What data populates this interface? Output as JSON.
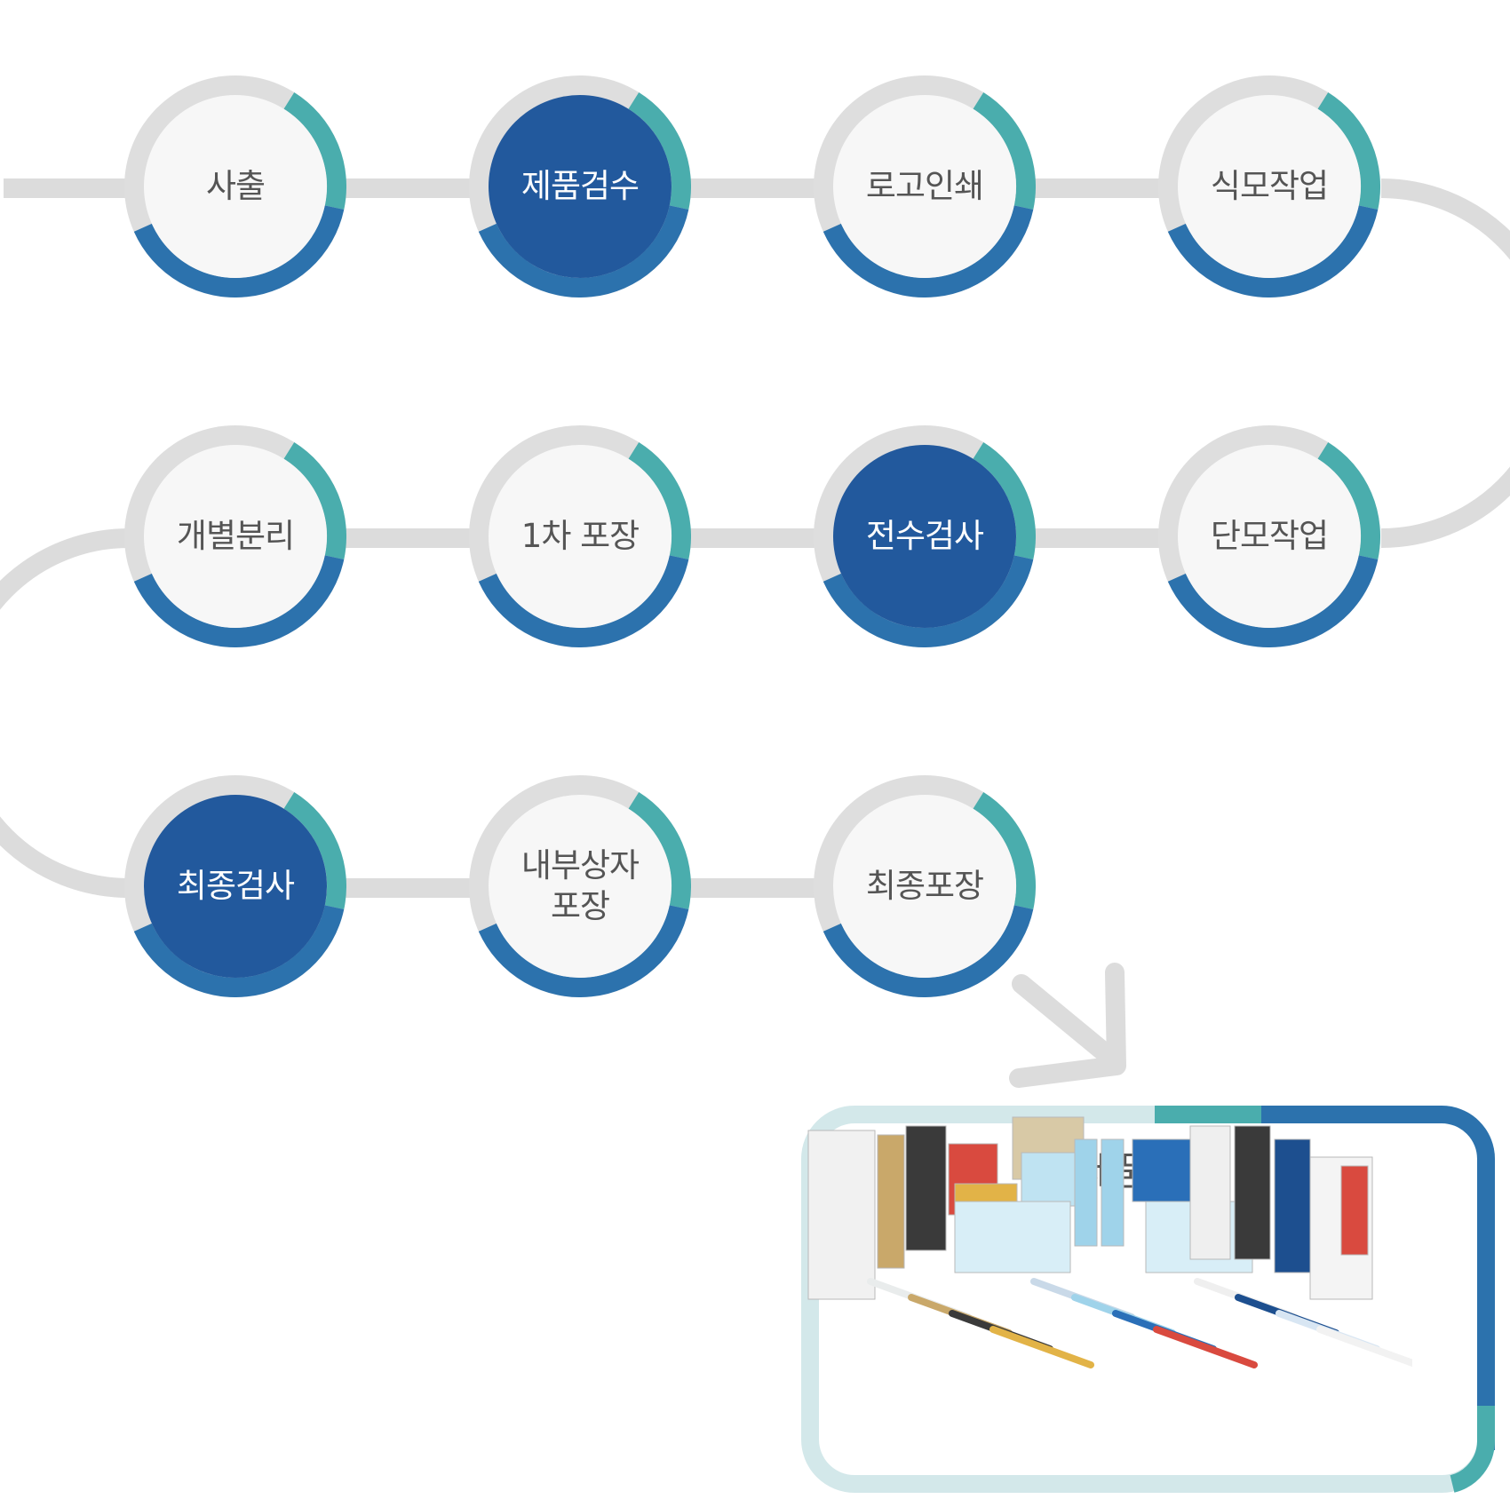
{
  "colors": {
    "connector": "#dcdcdc",
    "ring": "#dedede",
    "teal": "#4aadad",
    "blue": "#2c72ad",
    "inner": "#f7f7f7",
    "active": "#22599d",
    "box_frame": "#d3e8ea",
    "text": "#555555",
    "active_text": "#ffffff"
  },
  "steps": [
    {
      "label": "사출",
      "active": false
    },
    {
      "label": "제품검수",
      "active": true
    },
    {
      "label": "로고인쇄",
      "active": false
    },
    {
      "label": "식모작업",
      "active": false
    },
    {
      "label": "단모작업",
      "active": false
    },
    {
      "label": "전수검사",
      "active": true
    },
    {
      "label": "1차 포장",
      "active": false
    },
    {
      "label": "개별분리",
      "active": false
    },
    {
      "label": "최종검사",
      "active": true
    },
    {
      "label": "내부상자\n포장",
      "active": false
    },
    {
      "label": "최종포장",
      "active": false
    }
  ],
  "output": {
    "title": "제품출고",
    "image": "product-assortment-photo"
  }
}
